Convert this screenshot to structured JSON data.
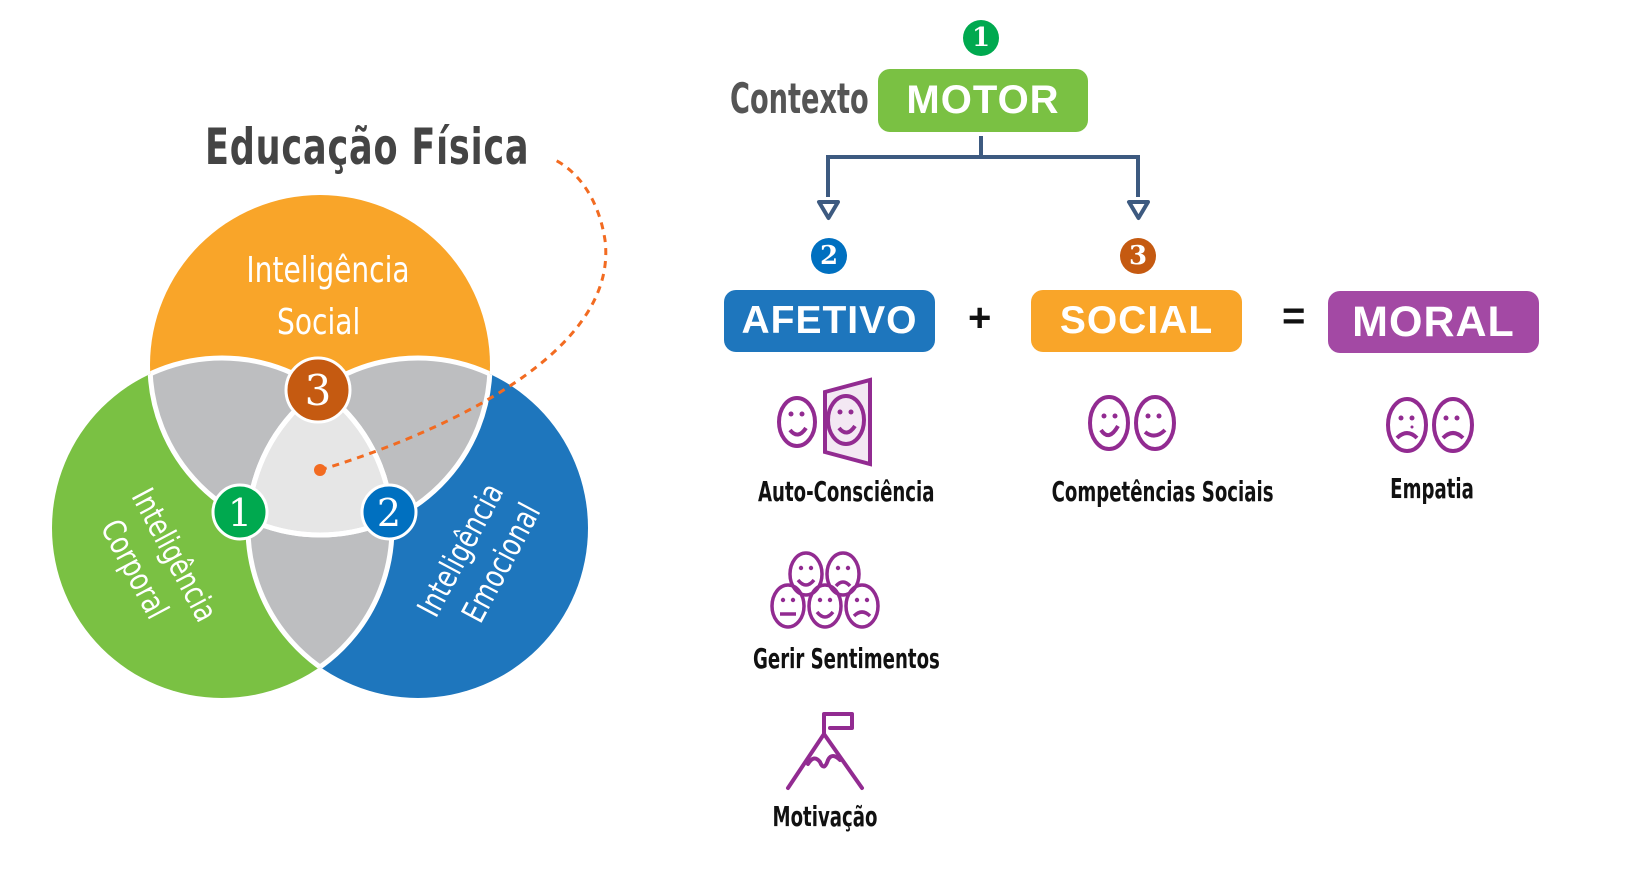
{
  "venn": {
    "title": "Educação Física",
    "circles": [
      {
        "id": "social",
        "line1": "Inteligência",
        "line2": "Social",
        "color": "#F9A529",
        "badge": "3",
        "badge_color": "#C55A11"
      },
      {
        "id": "corporal",
        "line1": "Inteligência",
        "line2": "Corporal",
        "color": "#7AC143",
        "badge": "1",
        "badge_color": "#00A94F"
      },
      {
        "id": "emocional",
        "line1": "Inteligência",
        "line2": "Emocional",
        "color": "#1E76BD",
        "badge": "2",
        "badge_color": "#0070C0"
      }
    ],
    "overlap_color": "#BDBEC0",
    "center_color": "#E6E6E6",
    "connector_color": "#F26B21"
  },
  "flow": {
    "context_label": "Contexto",
    "motor": {
      "label": "MOTOR",
      "badge": "1",
      "color": "#7AC143",
      "badge_color": "#00A94F"
    },
    "afetivo": {
      "label": "AFETIVO",
      "badge": "2",
      "color": "#1E76BD",
      "badge_color": "#0070C0"
    },
    "social": {
      "label": "SOCIAL",
      "badge": "3",
      "color": "#F9A529",
      "badge_color": "#C55A11"
    },
    "moral": {
      "label": "MORAL",
      "color": "#A349A4"
    },
    "plus": "+",
    "equals": "=",
    "connector_color": "#3D5A80",
    "icon_color": "#922B91"
  },
  "items": {
    "auto_consciencia": "Auto-Consciência",
    "competencias_sociais": "Competências Sociais",
    "empatia": "Empatia",
    "gerir_sentimentos": "Gerir Sentimentos",
    "motivacao": "Motivação"
  }
}
